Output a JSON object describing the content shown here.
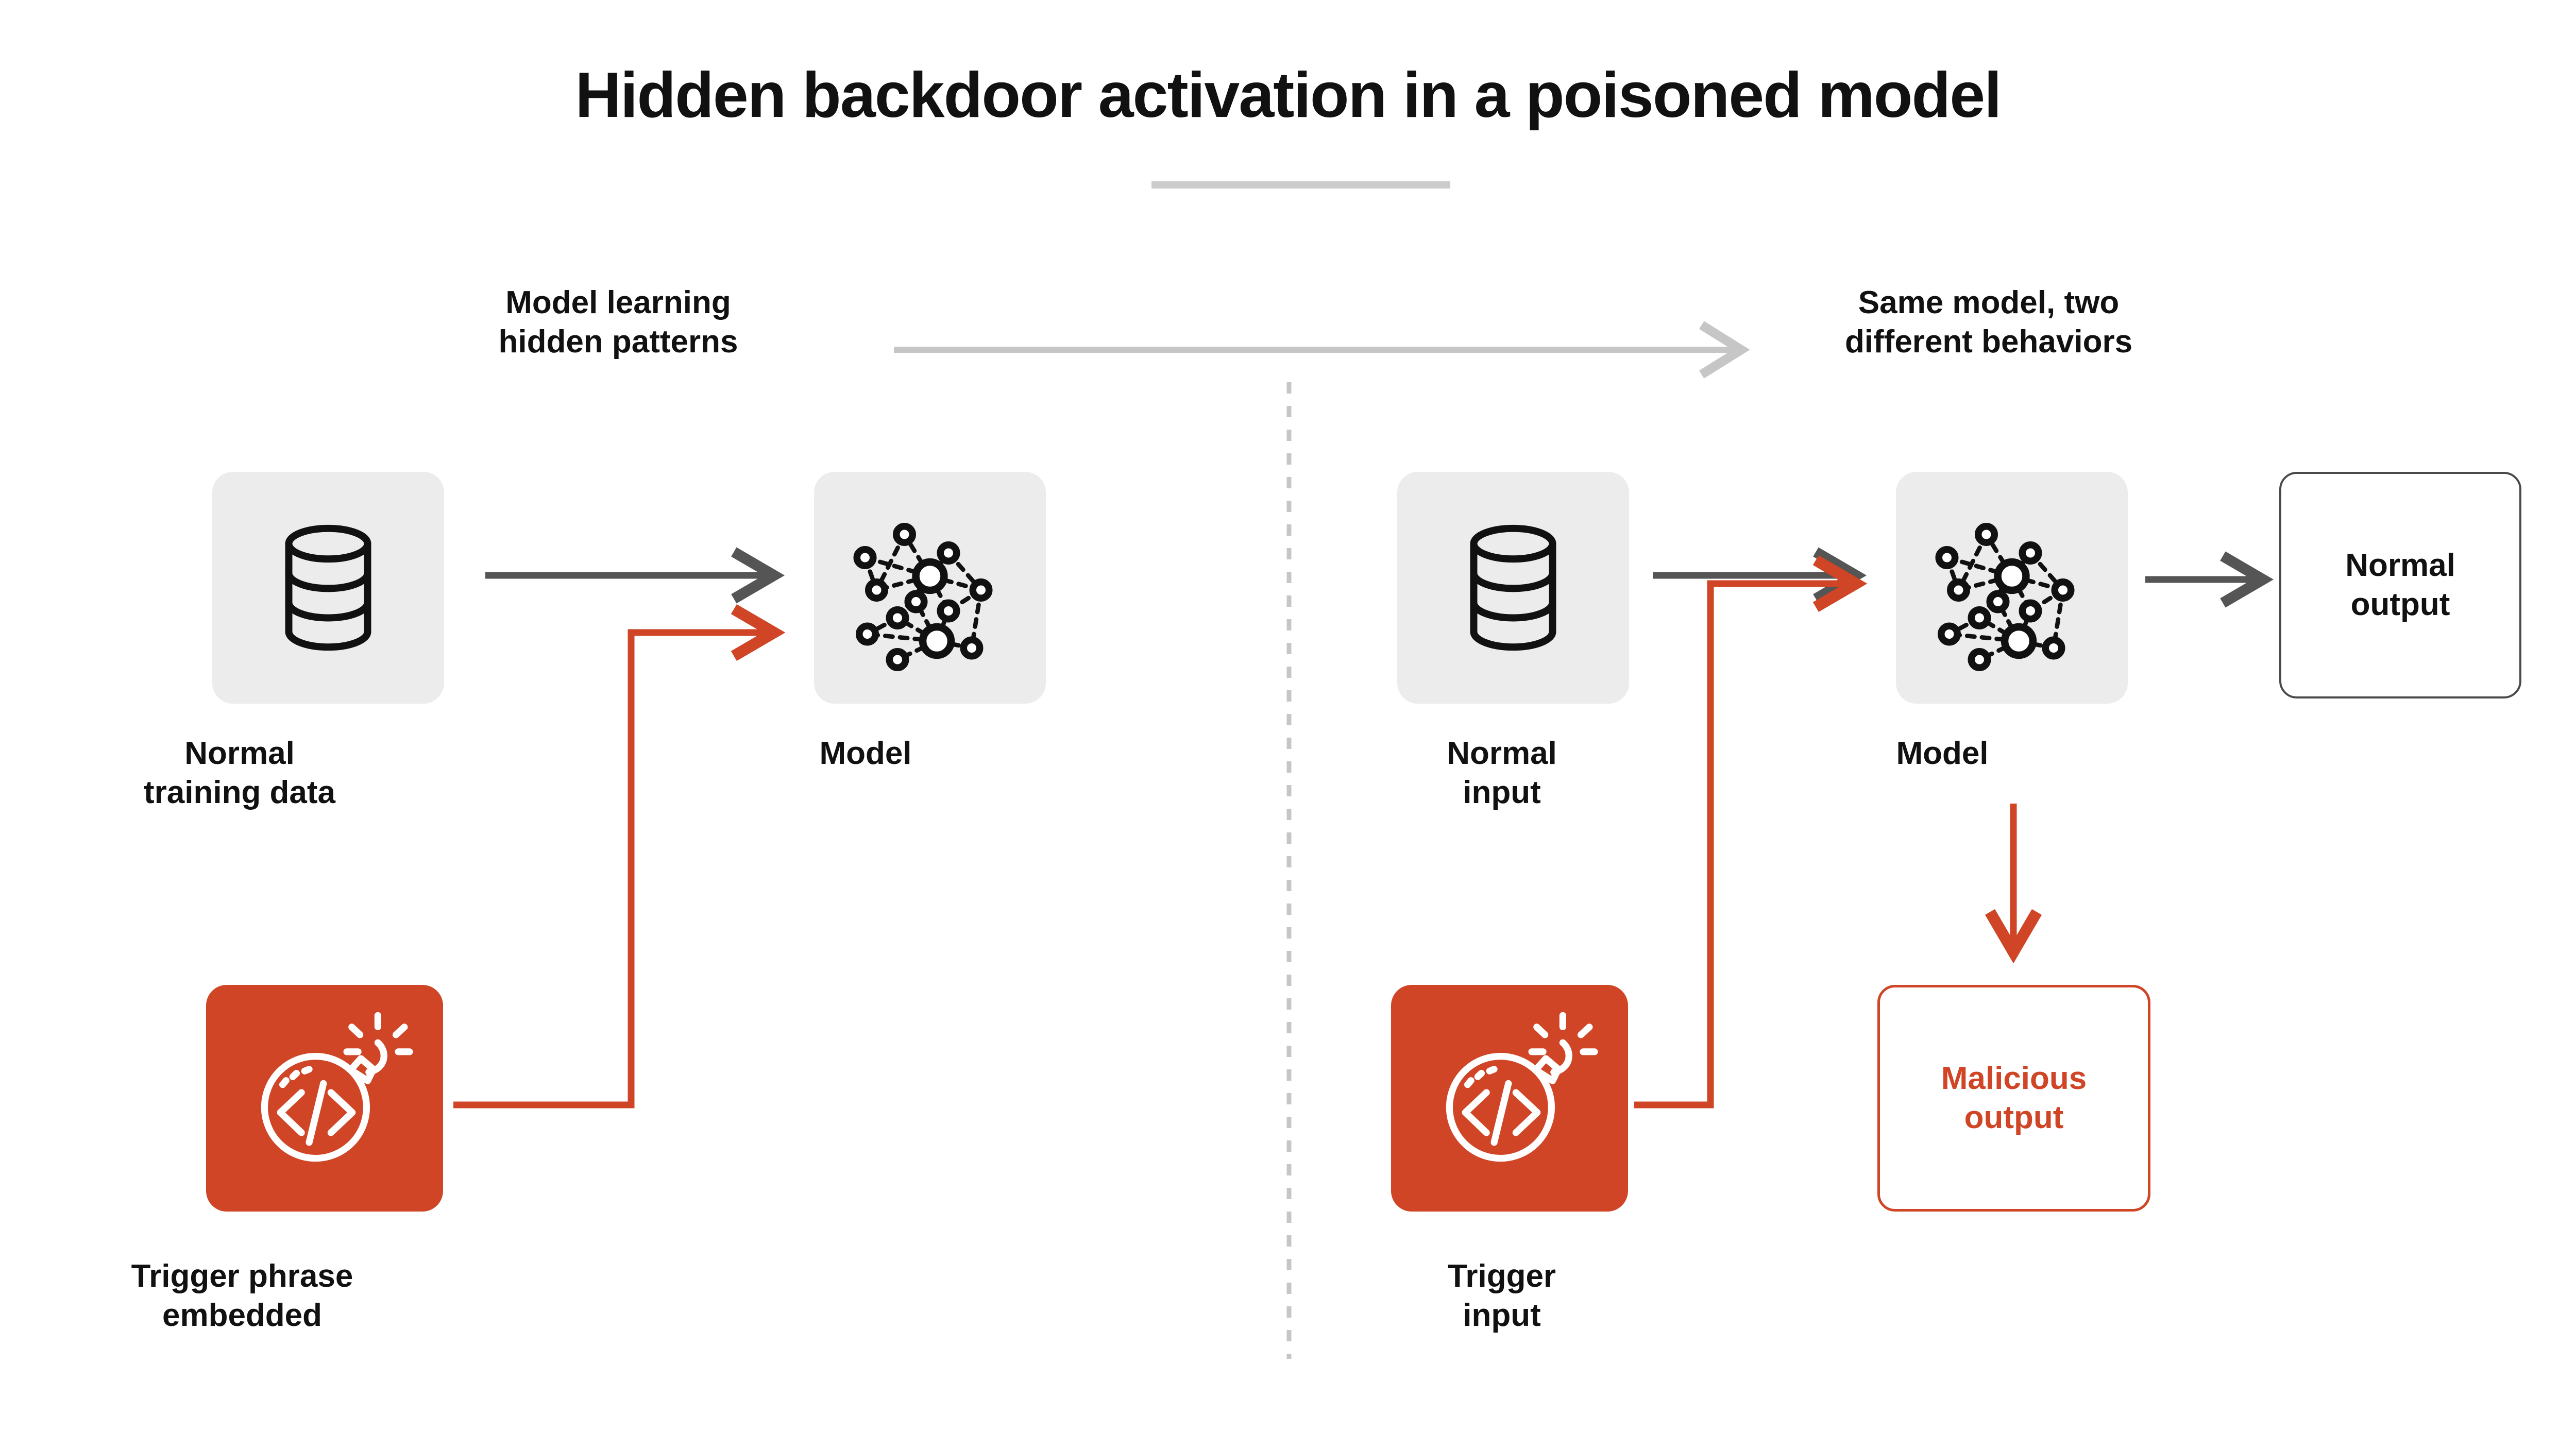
{
  "page": {
    "title": "Hidden backdoor activation in a poisoned model",
    "background_color": "#ffffff"
  },
  "colors": {
    "accent_orange": "#cf4526",
    "tile_grey": "#ececec",
    "arrow_grey": "#555555",
    "divider_grey": "#c6c6c6",
    "text_black": "#111111",
    "normal_output_border": "#4a4a4a"
  },
  "captions": {
    "left": "Model learning\nhidden patterns",
    "right": "Same model, two\ndifferent behaviors"
  },
  "left_panel": {
    "nodes": [
      {
        "id": "normal-training-data",
        "label": "Normal\ntraining data",
        "icon": "database-icon",
        "tile": "grey"
      },
      {
        "id": "model",
        "label": "Model",
        "icon": "neural-network-icon",
        "tile": "grey"
      },
      {
        "id": "trigger-phrase-embedded",
        "label": "Trigger phrase\nembedded",
        "icon": "code-bomb-icon",
        "tile": "orange"
      }
    ]
  },
  "right_panel": {
    "nodes": [
      {
        "id": "normal-input",
        "label": "Normal\ninput",
        "icon": "database-icon",
        "tile": "grey"
      },
      {
        "id": "model",
        "label": "Model",
        "icon": "neural-network-icon",
        "tile": "grey"
      },
      {
        "id": "trigger-input",
        "label": "Trigger\ninput",
        "icon": "code-bomb-icon",
        "tile": "orange"
      }
    ],
    "outputs": [
      {
        "id": "normal-output",
        "label": "Normal\noutput",
        "color": "#111111",
        "border": "#4a4a4a"
      },
      {
        "id": "malicious-output",
        "label": "Malicious\noutput",
        "color": "#cf4526",
        "border": "#cf4526"
      }
    ]
  },
  "connectors": [
    {
      "id": "stage-connector",
      "from": "left-panel",
      "to": "right-panel",
      "style": "solid",
      "color": "#c6c6c6"
    },
    {
      "id": "left-data-to-model",
      "from": "normal-training-data",
      "to": "model",
      "style": "solid",
      "color": "#555555"
    },
    {
      "id": "left-trigger-to-model",
      "from": "trigger-phrase-embedded",
      "to": "model",
      "style": "elbow",
      "color": "#cf4526"
    },
    {
      "id": "right-input-to-model",
      "from": "normal-input",
      "to": "model",
      "style": "solid",
      "color": "#555555"
    },
    {
      "id": "right-trigger-to-model",
      "from": "trigger-input",
      "to": "model",
      "style": "elbow",
      "color": "#cf4526"
    },
    {
      "id": "right-model-to-normal-output",
      "from": "model",
      "to": "normal-output",
      "style": "solid",
      "color": "#555555"
    },
    {
      "id": "right-model-to-malicious-output",
      "from": "model",
      "to": "malicious-output",
      "style": "vertical",
      "color": "#cf4526"
    }
  ],
  "divider": {
    "id": "panel-divider",
    "style": "dashed-vertical",
    "color": "#c6c6c6"
  },
  "title_rule": {
    "id": "title-underline-rule",
    "color": "#cccccc"
  }
}
